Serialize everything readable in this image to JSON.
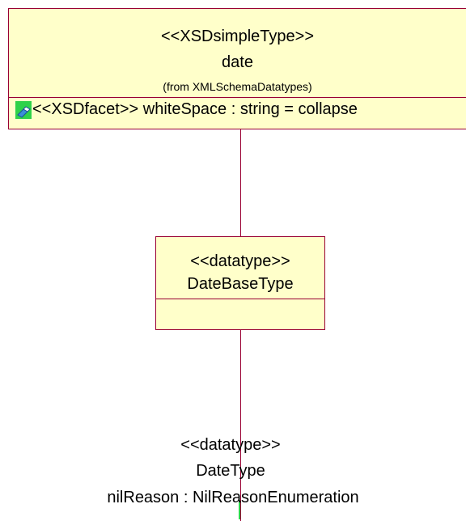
{
  "diagram": {
    "date_class": {
      "stereotype": "<<XSDsimpleType>>",
      "name": "date",
      "origin": "(from XMLSchemaDatatypes)",
      "attribute": "<<XSDfacet>>  whiteSpace : string = collapse"
    },
    "datebase_class": {
      "stereotype": "<<datatype>>",
      "name": "DateBaseType"
    },
    "datetype_class": {
      "stereotype": "<<datatype>>",
      "name": "DateType",
      "attribute": "nilReason : NilReasonEnumeration"
    },
    "colors": {
      "class_fill": "#ffffca",
      "class_border": "#990033",
      "facet_icon": "#2ed24a"
    },
    "icons": {
      "facet": "facet-icon"
    }
  }
}
